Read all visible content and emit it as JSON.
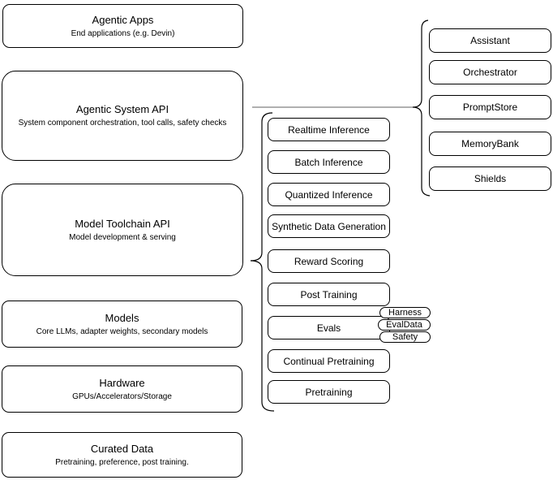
{
  "layers": [
    {
      "title": "Agentic Apps",
      "subtitle": "End applications (e.g. Devin)"
    },
    {
      "title": "Agentic System API",
      "subtitle": "System component orchestration, tool calls, safety checks"
    },
    {
      "title": "Model Toolchain API",
      "subtitle": "Model development & serving"
    },
    {
      "title": "Models",
      "subtitle": "Core LLMs, adapter weights, secondary models"
    },
    {
      "title": "Hardware",
      "subtitle": "GPUs/Accelerators/Storage"
    },
    {
      "title": "Curated Data",
      "subtitle": "Pretraining, preference, post training."
    }
  ],
  "toolchain": {
    "items": [
      "Realtime Inference",
      "Batch Inference",
      "Quantized Inference",
      "Synthetic Data Generation",
      "Reward Scoring",
      "Post Training",
      "Evals",
      "Continual Pretraining",
      "Pretraining"
    ]
  },
  "eval_tags": [
    "Harness",
    "EvalData",
    "Safety"
  ],
  "components": [
    "Assistant",
    "Orchestrator",
    "PromptStore",
    "MemoryBank",
    "Shields"
  ],
  "colors": {
    "border": "#000000",
    "background": "#ffffff",
    "connector_line": "#808080",
    "text": "#000000"
  }
}
